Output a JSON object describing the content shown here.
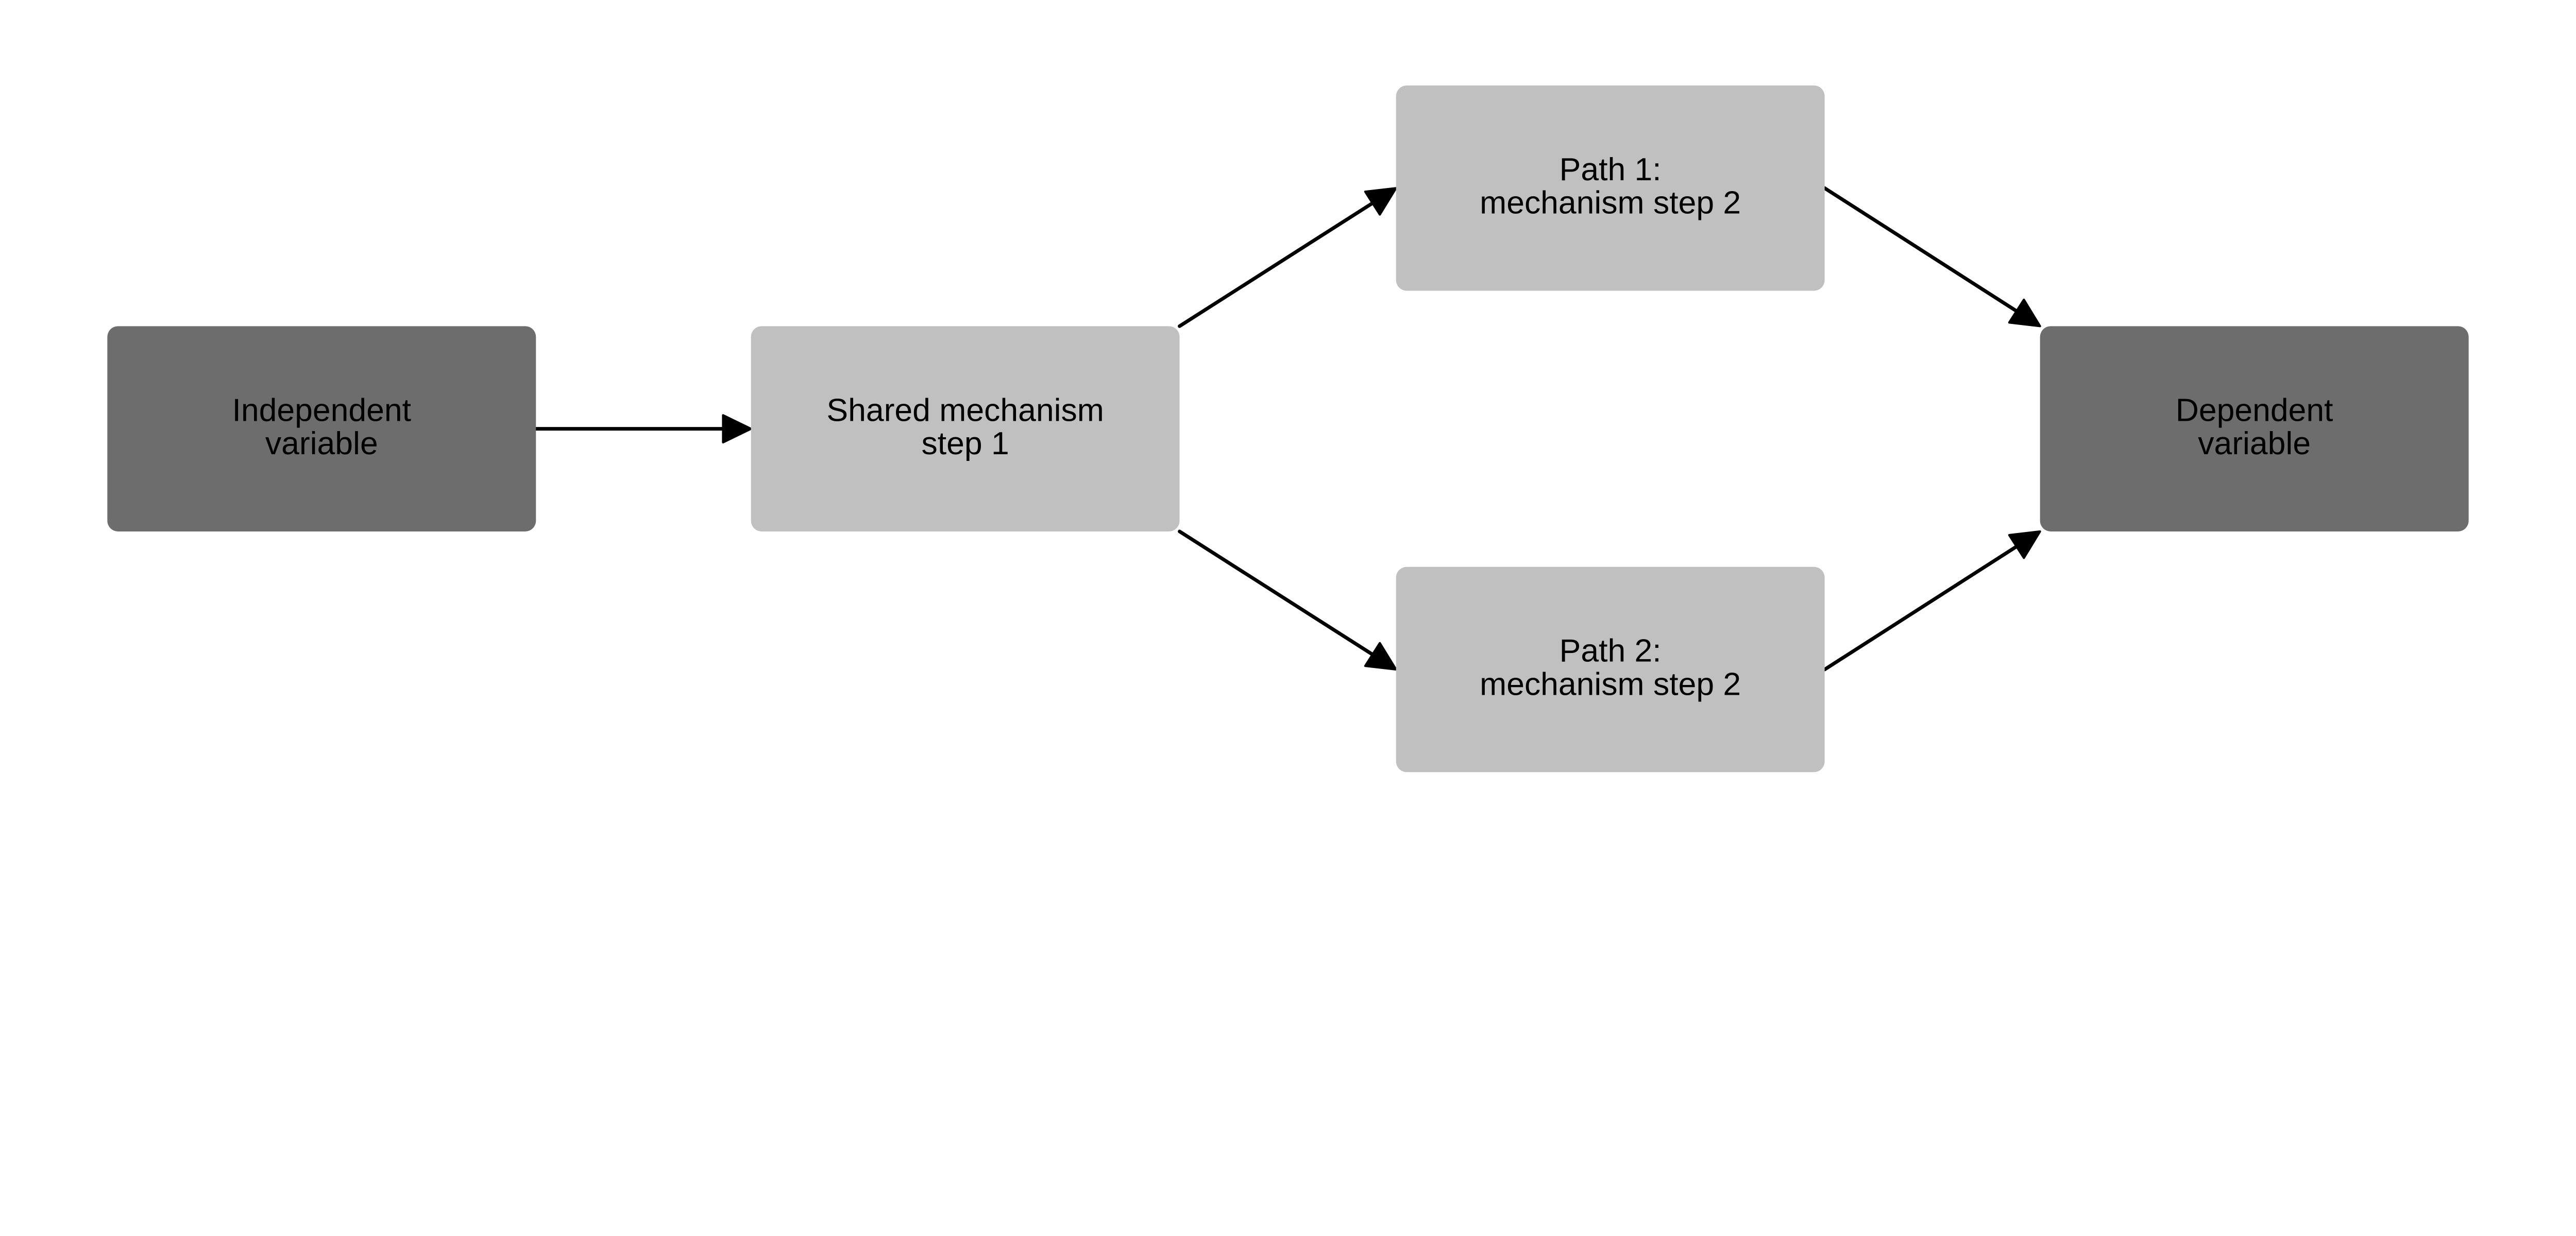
{
  "diagram": {
    "colors": {
      "endpoint": "#6d6d6d",
      "mechanism": "#c0c0c0",
      "arrow": "#000000",
      "background": "#ffffff"
    },
    "nodes": [
      {
        "id": "independent",
        "lines": [
          "Independent",
          "variable"
        ],
        "kind": "endpoint"
      },
      {
        "id": "shared",
        "lines": [
          "Shared mechanism",
          "step 1"
        ],
        "kind": "mechanism"
      },
      {
        "id": "path1",
        "lines": [
          "Path 1:",
          "mechanism step 2"
        ],
        "kind": "mechanism"
      },
      {
        "id": "path2",
        "lines": [
          "Path 2:",
          "mechanism step 2"
        ],
        "kind": "mechanism"
      },
      {
        "id": "dependent",
        "lines": [
          "Dependent",
          "variable"
        ],
        "kind": "endpoint"
      }
    ],
    "edges": [
      {
        "from": "independent",
        "to": "shared"
      },
      {
        "from": "shared",
        "to": "path1"
      },
      {
        "from": "shared",
        "to": "path2"
      },
      {
        "from": "path1",
        "to": "dependent"
      },
      {
        "from": "path2",
        "to": "dependent"
      }
    ]
  }
}
